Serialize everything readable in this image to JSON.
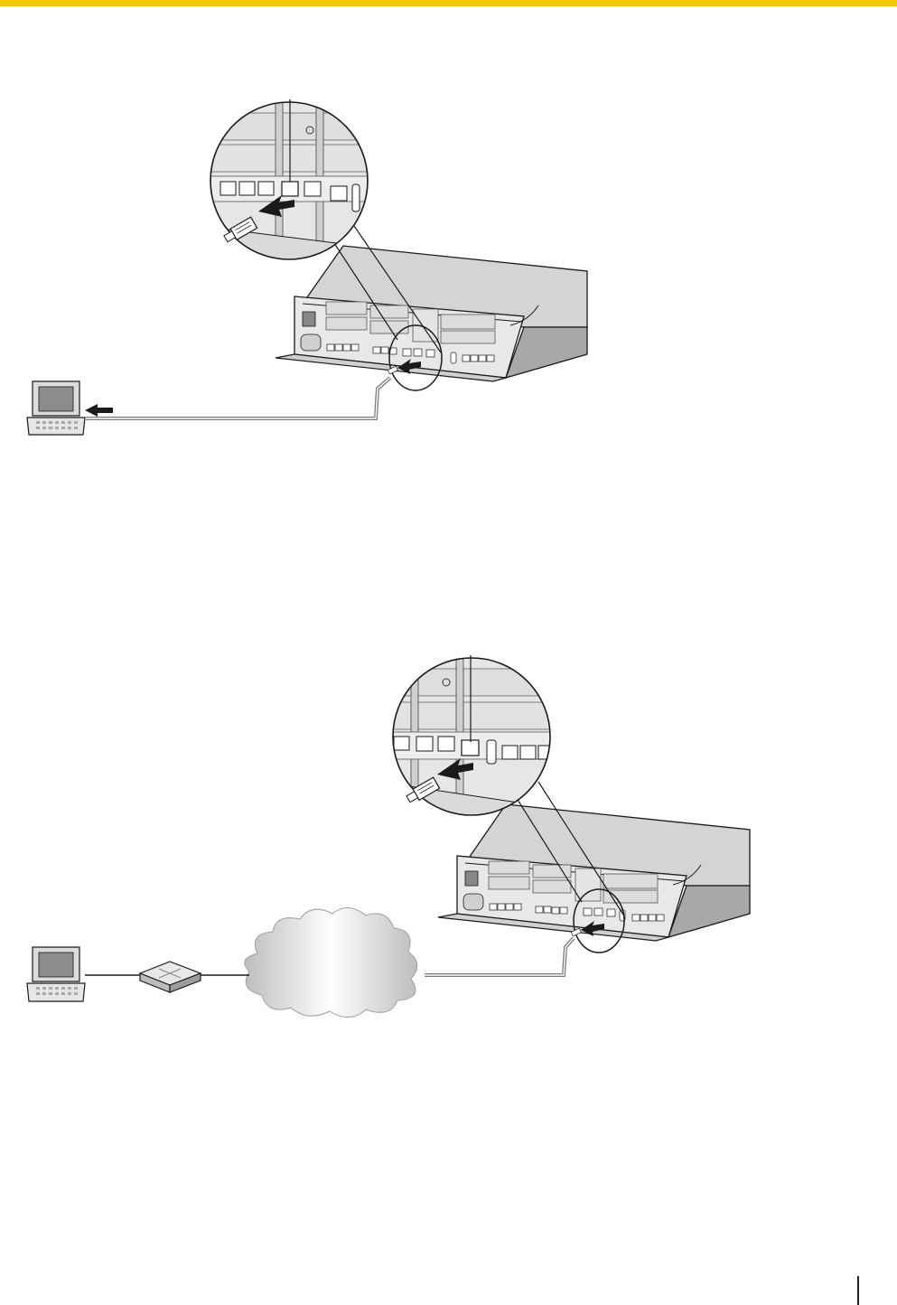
{
  "colors": {
    "header_rule": "#f0c800",
    "device_light": "#efefef",
    "device_mid": "#d4d4d4",
    "device_dark": "#a8a8a8",
    "outline": "#1a1a1a",
    "cable": "#7a7a7a",
    "cloud_edge": "#bdbdbd",
    "cloud_center": "#ffffff"
  },
  "diagrams": [
    {
      "id": "direct-lan-connection",
      "parts": [
        "pc-icon",
        "direction-arrow-icon",
        "lan-cable",
        "pbx-unit",
        "magnified-port-view",
        "rj45-plug-icon"
      ]
    },
    {
      "id": "network-connection",
      "parts": [
        "pc-icon",
        "router-icon",
        "network-cloud",
        "lan-cable",
        "pbx-unit",
        "magnified-port-view",
        "rj45-plug-icon"
      ]
    }
  ]
}
